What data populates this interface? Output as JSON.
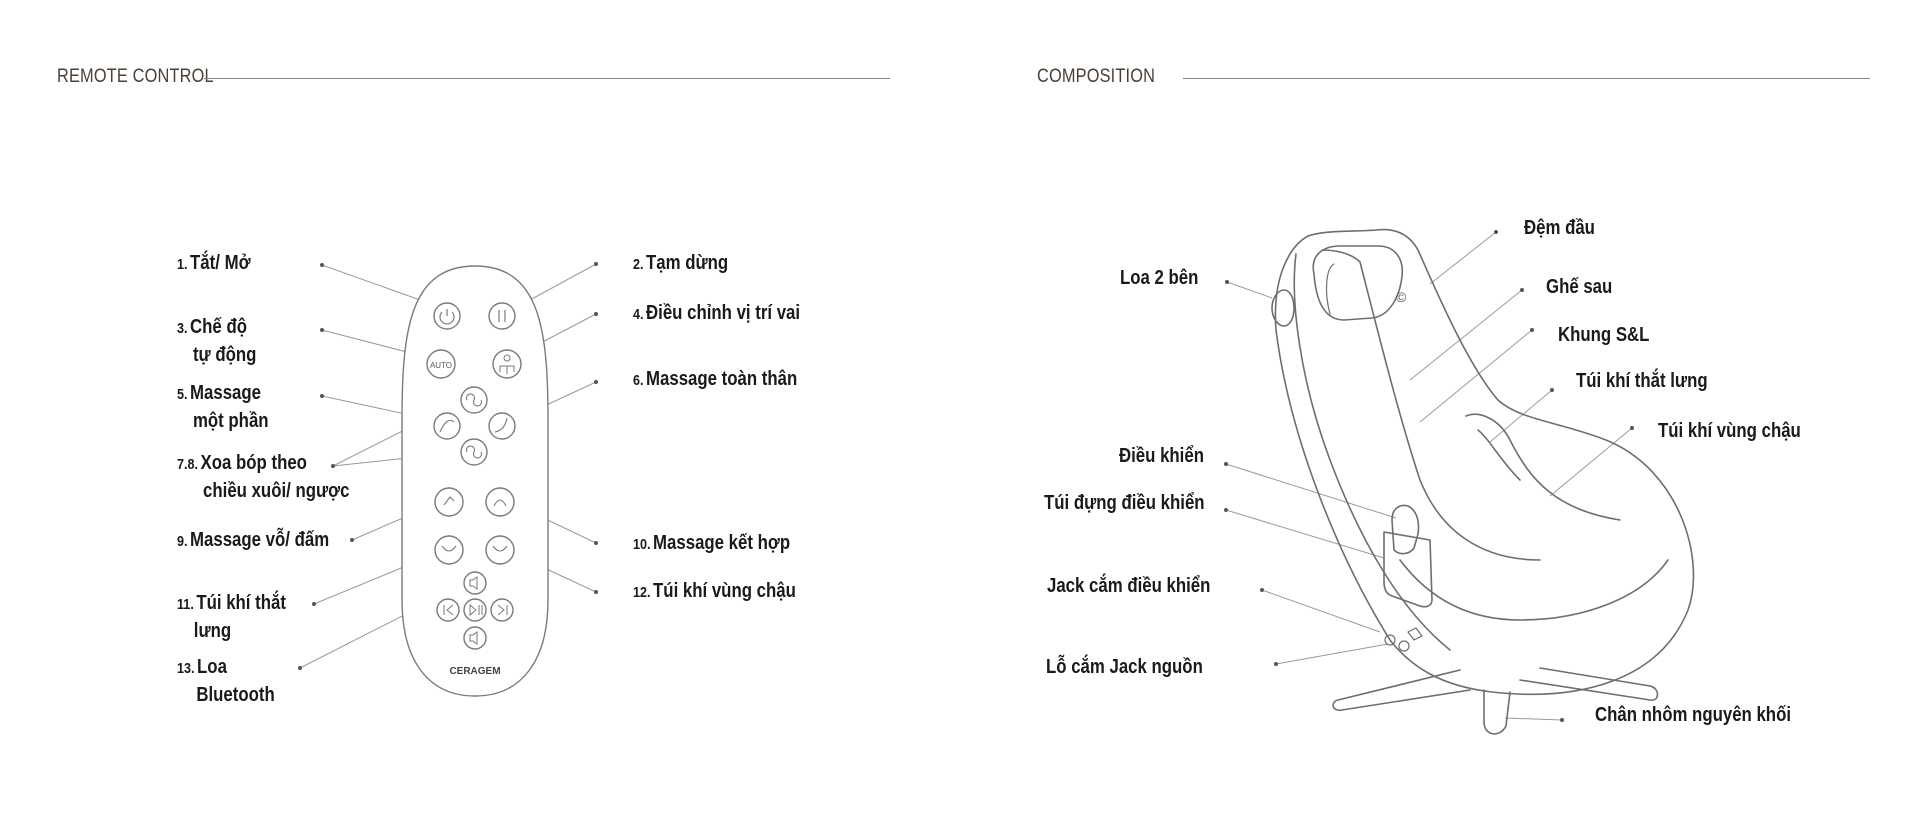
{
  "remote": {
    "title": "REMOTE CONTROL",
    "brand": "CERAGEM",
    "labels": {
      "l1": {
        "num": "1.",
        "line1": "Tắt/ Mở"
      },
      "l2": {
        "num": "2.",
        "line1": "Tạm dừng"
      },
      "l3": {
        "num": "3.",
        "line1": "Chế độ",
        "line2": "tự động"
      },
      "l4": {
        "num": "4.",
        "line1": "Điều chỉnh vị trí vai"
      },
      "l5": {
        "num": "5.",
        "line1": "Massage",
        "line2": "một phần"
      },
      "l6": {
        "num": "6.",
        "line1": "Massage toàn thân"
      },
      "l78": {
        "num": "7.8.",
        "line1": "Xoa bóp theo",
        "line2": "chiều xuôi/ ngược"
      },
      "l9": {
        "num": "9.",
        "line1": "Massage vỗ/ đấm"
      },
      "l10": {
        "num": "10.",
        "line1": "Massage kết hợp"
      },
      "l11": {
        "num": "11.",
        "line1": "Túi khí thắt",
        "line2": "lưng"
      },
      "l12": {
        "num": "12.",
        "line1": "Túi khí vùng chậu"
      },
      "l13": {
        "num": "13.",
        "line1": "Loa",
        "line2": "Bluetooth"
      }
    }
  },
  "composition": {
    "title": "COMPOSITION",
    "labels": {
      "dem_dau": "Đệm đầu",
      "loa_2_ben": "Loa 2 bên",
      "ghe_sau": "Ghế sau",
      "khung": "Khung S&L",
      "tui_khi_that_lung": "Túi khí thắt lưng",
      "tui_khi_vung_chau": "Túi khí vùng chậu",
      "dieu_khien": "Điều khiển",
      "tui_dung": "Túi đựng điều khiển",
      "jack_cam": "Jack cắm điều khiển",
      "lo_cam": "Lỗ cắm Jack nguồn",
      "chan_nhom": "Chân nhôm nguyên khối"
    }
  }
}
